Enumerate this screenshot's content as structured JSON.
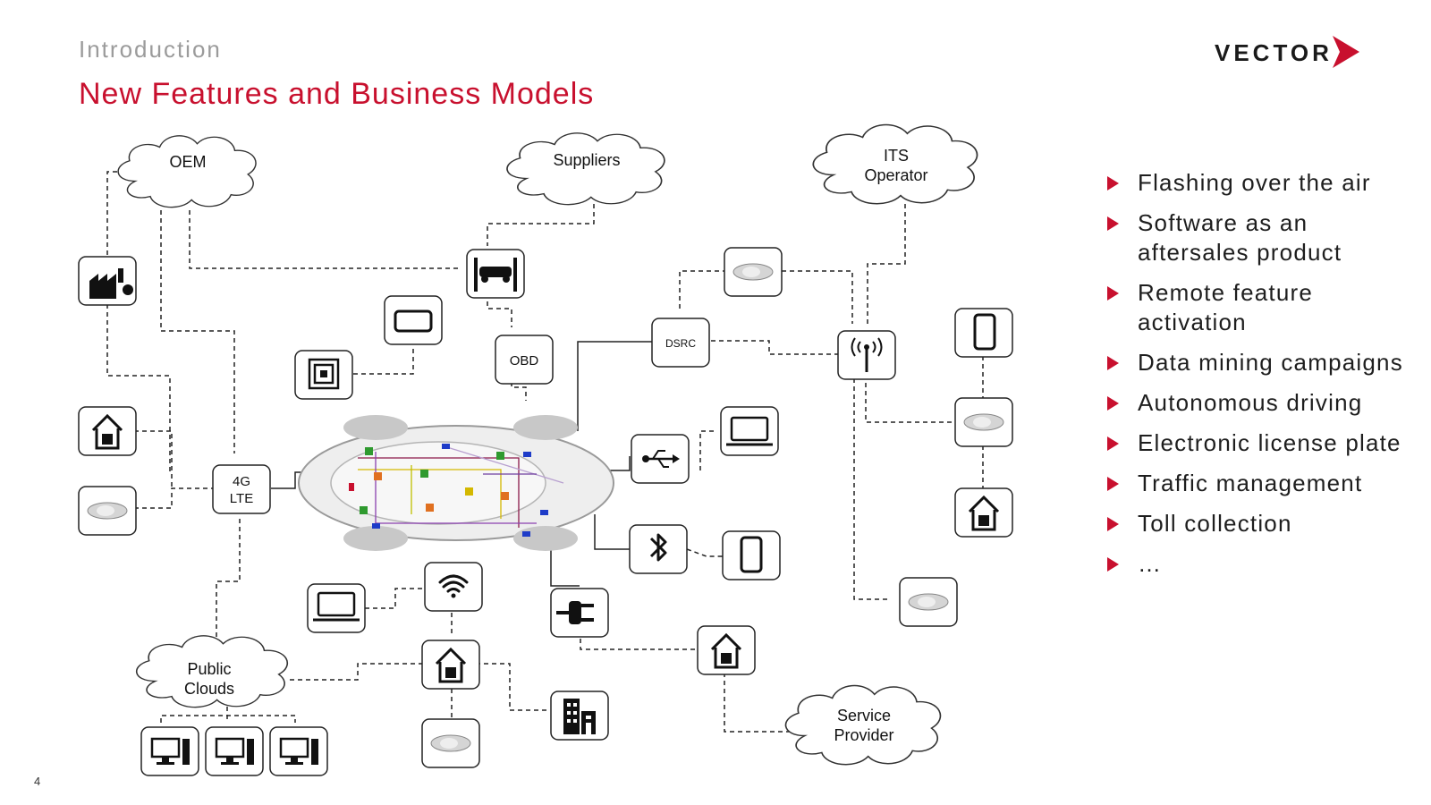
{
  "header": {
    "section": "Introduction",
    "title": "New Features and Business Models"
  },
  "logo": {
    "text": "VECTOR",
    "color": "#c8102e"
  },
  "page_number": "4",
  "clouds": {
    "oem": "OEM",
    "suppliers": "Suppliers",
    "its_line1": "ITS",
    "its_line2": "Operator",
    "public_line1": "Public",
    "public_line2": "Clouds",
    "service_line1": "Service",
    "service_line2": "Provider"
  },
  "boxes": {
    "lte_line1": "4G",
    "lte_line2": "LTE",
    "obd": "OBD",
    "dsrc": "DSRC"
  },
  "bullets": [
    {
      "text": "Flashing over the air"
    },
    {
      "text": "Software as an aftersales product"
    },
    {
      "text": "Remote feature activation"
    },
    {
      "text": "Data mining campaigns"
    },
    {
      "text": "Autonomous driving"
    },
    {
      "text": "Electronic license plate"
    },
    {
      "text": "Traffic management"
    },
    {
      "text": "Toll collection"
    },
    {
      "text": "…"
    }
  ],
  "colors": {
    "accent": "#c8102e",
    "line": "#222222"
  }
}
